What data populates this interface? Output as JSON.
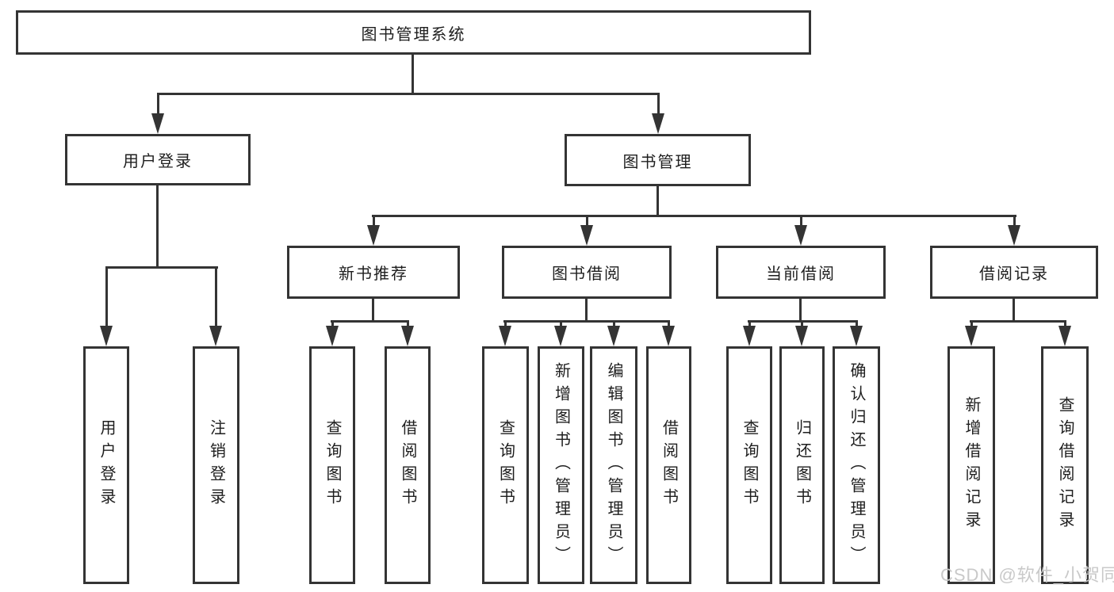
{
  "nodes": {
    "root": "图书管理系统",
    "user_login": "用户登录",
    "book_mgmt": "图书管理",
    "new_books": "新书推荐",
    "book_borrow": "图书借阅",
    "current_borrow": "当前借阅",
    "borrow_records": "借阅记录"
  },
  "leaves": {
    "user_login": [
      "用户登录",
      "注销登录"
    ],
    "new_books": [
      "查询图书",
      "借阅图书"
    ],
    "book_borrow": [
      "查询图书",
      "新增图书（管理员）",
      "编辑图书（管理员）",
      "借阅图书"
    ],
    "current_borrow": [
      "查询图书",
      "归还图书",
      "确认归还（管理员）"
    ],
    "borrow_records": [
      "新增借阅记录",
      "查询借阅记录"
    ]
  },
  "watermark": "CSDN @软件_小贺同学",
  "colors": {
    "line": "#343434",
    "text": "#1e1e1e",
    "watermark": "#c9c9c9",
    "background": "#ffffff"
  }
}
